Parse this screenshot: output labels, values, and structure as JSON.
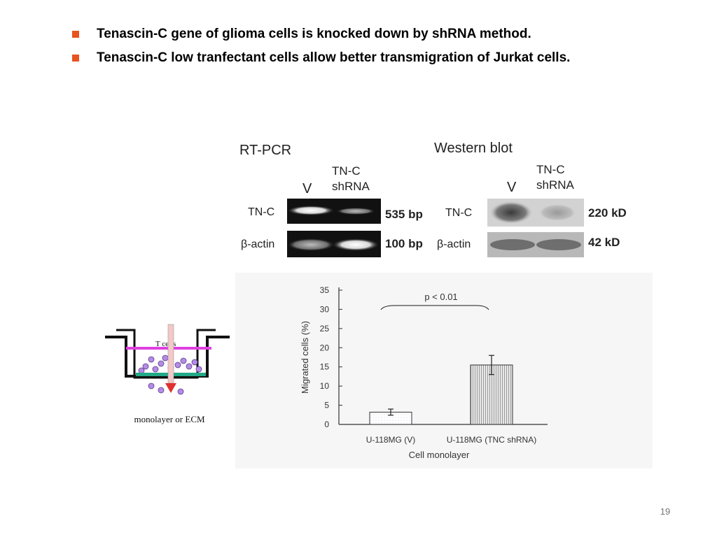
{
  "bullets": [
    "Tenascin-C gene of glioma cells is knocked down by shRNA method.",
    "Tenascin-C low tranfectant cells allow better transmigration of Jurkat cells."
  ],
  "rtpcr": {
    "title": "RT-PCR",
    "lane_v": "V",
    "lane_sh_1": "TN-C",
    "lane_sh_2": "shRNA",
    "row1": "TN-C",
    "row2": "β-actin",
    "size1": "535 bp",
    "size2": "100 bp"
  },
  "western": {
    "title": "Western blot",
    "lane_v": "V",
    "lane_sh_1": "TN-C",
    "lane_sh_2": "shRNA",
    "row1": "TN-C",
    "row2": "β-actin",
    "size1": "220 kD",
    "size2": "42 kD"
  },
  "transwell": {
    "label": "T cells",
    "caption": "monolayer or ECM"
  },
  "chart_data": {
    "type": "bar",
    "categories": [
      "U-118MG (V)",
      "U-118MG (TNC shRNA)"
    ],
    "values": [
      3.2,
      15.5
    ],
    "errors": [
      0.8,
      2.5
    ],
    "title": "",
    "xlabel": "Cell monolayer",
    "ylabel": "Migrated cells (%)",
    "ylim": [
      0,
      35
    ],
    "yticks": [
      0,
      5,
      10,
      15,
      20,
      25,
      30,
      35
    ],
    "annotation": "p < 0.01",
    "grid": false,
    "colors": {
      "fill": "#ffffff",
      "pattern": "#aaaaaa",
      "edge": "#333333"
    }
  },
  "page_number": "19"
}
